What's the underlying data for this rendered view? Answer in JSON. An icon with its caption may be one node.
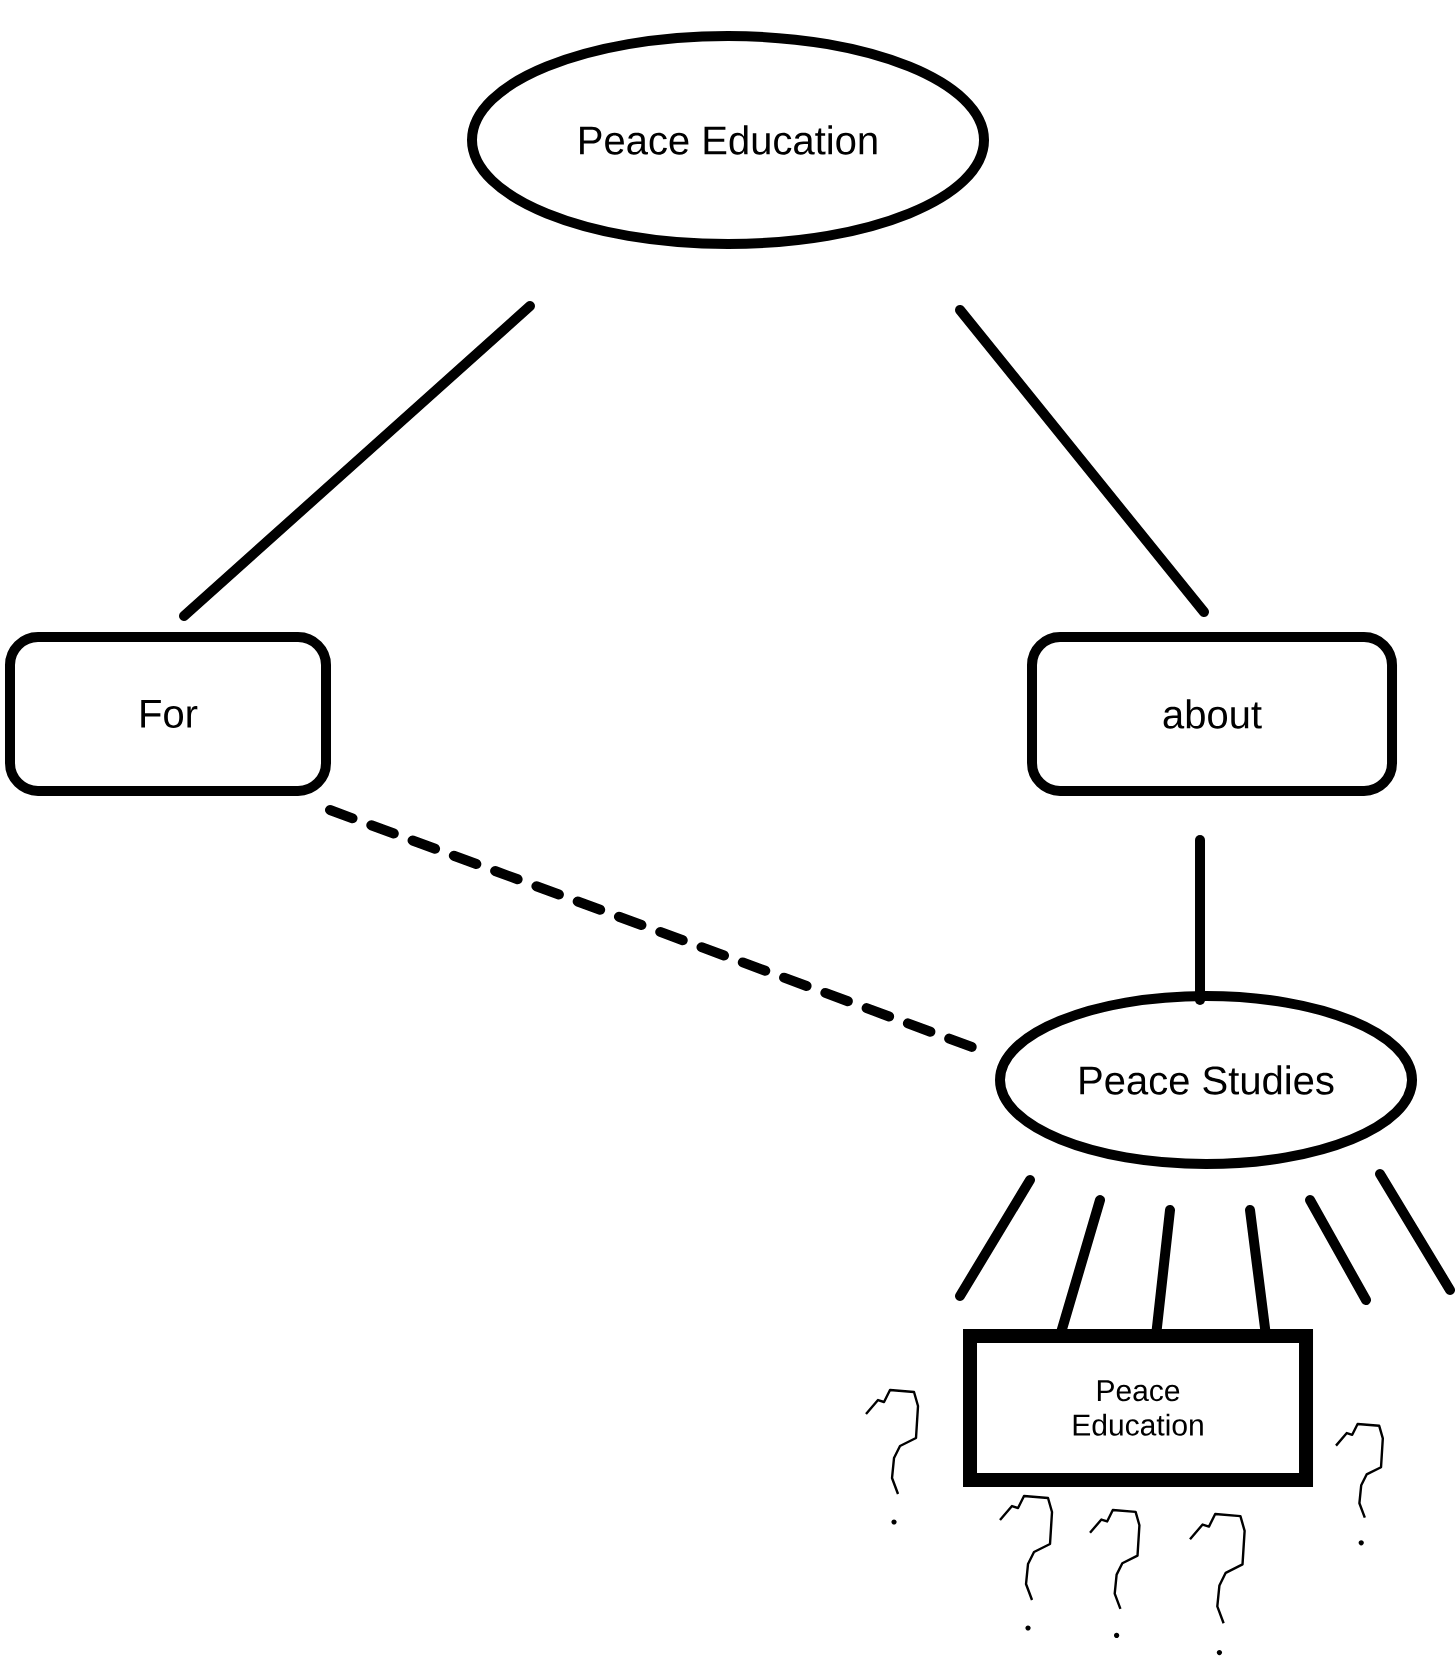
{
  "diagram": {
    "nodes": [
      {
        "text": [
          "Peace Education"
        ]
      },
      {
        "text": [
          "For"
        ]
      },
      {
        "text": [
          "about"
        ]
      },
      {
        "text": [
          "Peace Studies"
        ]
      },
      {
        "text": [
          "Peace Education"
        ]
      }
    ],
    "edges": [
      {
        "from": 0,
        "to": 1,
        "arrow": "none"
      },
      {
        "from": 0,
        "to": 2,
        "arrow": "none"
      },
      {
        "from": 1,
        "to": 3,
        "arrow": "none",
        "style": "dashed"
      },
      {
        "from": 2,
        "to": 3,
        "arrow": "none"
      },
      {
        "from": 3,
        "to": 4,
        "arrow": "none"
      },
      {
        "from": 3,
        "to": 4,
        "arrow": "none"
      },
      {
        "from": 3,
        "to": 4,
        "arrow": "none"
      }
    ]
  }
}
